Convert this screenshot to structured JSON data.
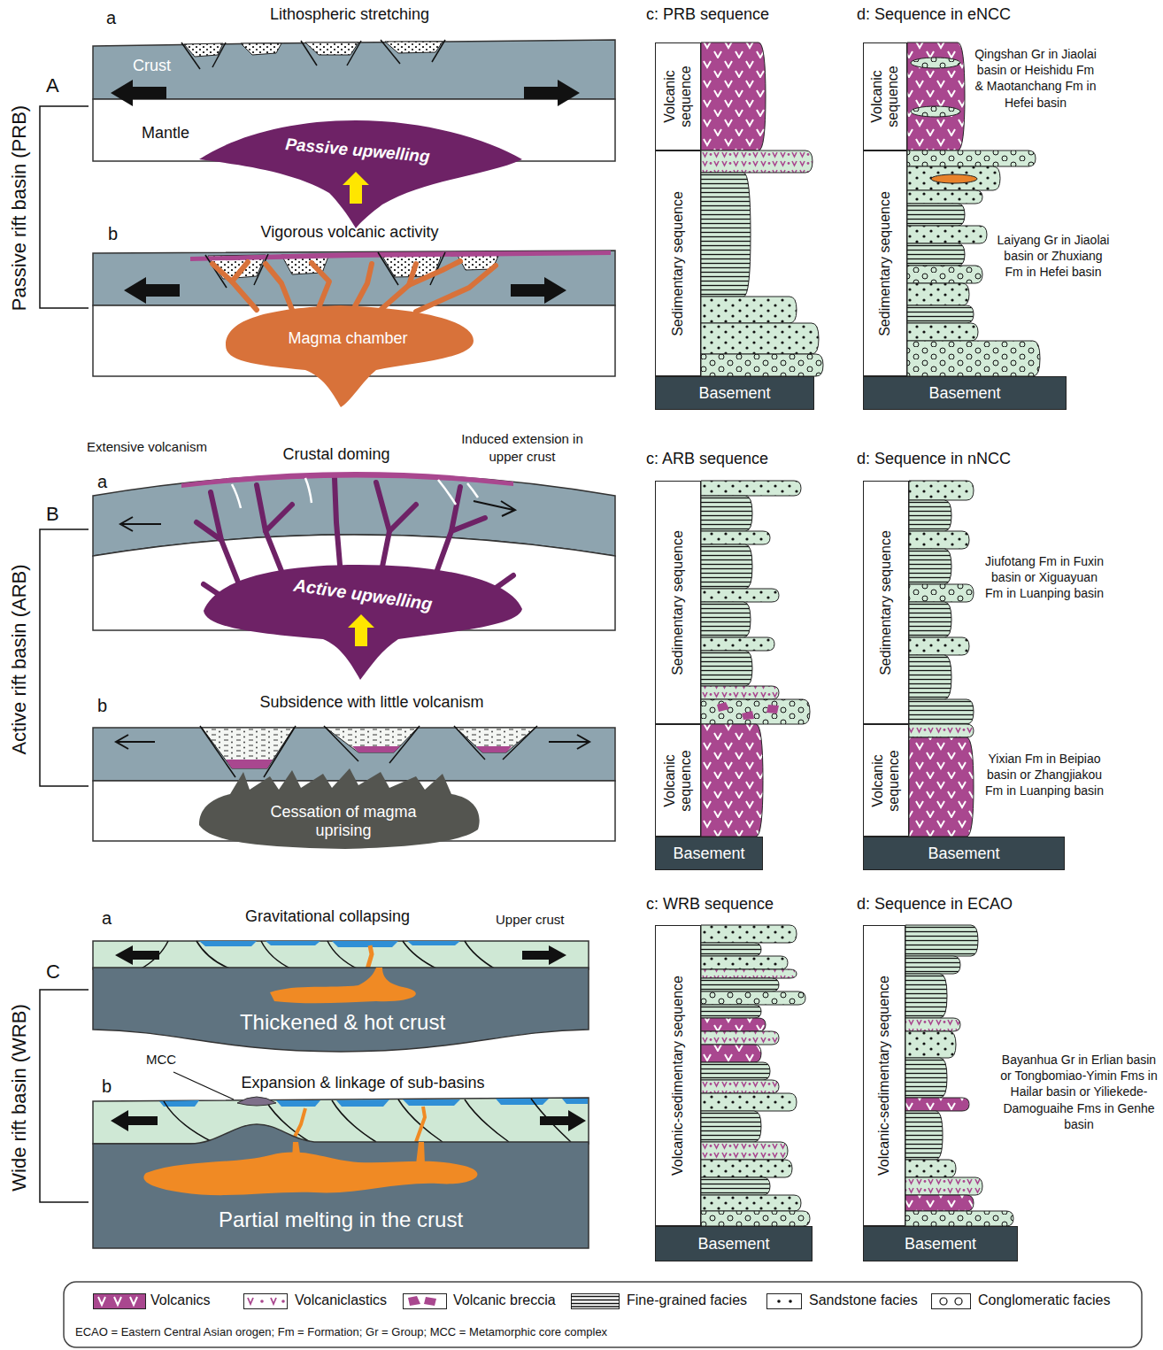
{
  "diagram": {
    "nodes": [
      {
        "text": [
          "Passive upwelling"
        ]
      },
      {
        "text": [
          "Magma chamber"
        ]
      },
      {
        "text": [
          "Volcanic sequence"
        ]
      },
      {
        "text": [
          "Sedimentary sequence"
        ]
      },
      {
        "text": [
          "Basement"
        ]
      },
      {
        "text": [
          "Volcanic sequence"
        ]
      },
      {
        "text": [
          "Sedimentary sequence"
        ]
      },
      {
        "text": [
          "Basement"
        ]
      },
      {
        "text": [
          "Active upwelling"
        ]
      },
      {
        "text": [
          "Cessation of magma uprising"
        ]
      },
      {
        "text": [
          "Sedimentary sequence"
        ]
      },
      {
        "text": [
          "Volcanic sequence"
        ]
      },
      {
        "text": [
          "Basement"
        ]
      },
      {
        "text": [
          "Sedimentary sequence"
        ]
      },
      {
        "text": [
          "Volcanic sequence"
        ]
      },
      {
        "text": [
          "Basement"
        ]
      },
      {
        "text": [
          "Thickened & hot crust"
        ]
      },
      {
        "text": [
          "Partial melting in the crust"
        ]
      },
      {
        "text": [
          "Volcanic-sedimentary sequence"
        ]
      },
      {
        "text": [
          "Basement"
        ]
      },
      {
        "text": [
          "Volcanic-sedimentary sequence"
        ]
      },
      {
        "text": [
          "Basement"
        ]
      }
    ],
    "labels": [
      "a",
      "Lithospheric stretching",
      "Crust",
      "Mantle",
      "A",
      "Passive rift basin (PRB)",
      "b",
      "Vigorous volcanic activity",
      "c: PRB sequence",
      "d: Sequence in eNCC",
      "Qingshan Gr in Jiaolai basin or Heishidu Fm & Maotanchang Fm in Hefei basin",
      "Laiyang Gr in Jiaolai basin or Zhuxiang Fm in Hefei basin",
      "Extensive volcanism",
      "Crustal doming",
      "Induced extension in upper crust",
      "a",
      "B",
      "Active rift basin (ARB)",
      "b",
      "Subsidence with little volcanism",
      "c: ARB sequence",
      "d: Sequence in nNCC",
      "Jiufotang Fm in Fuxin basin or Xiguayuan Fm in Luanping basin",
      "Yixian Fm in Beipiao basin or Zhangjiakou Fm in Luanping basin",
      "a",
      "Gravitational collapsing",
      "Upper crust",
      "C",
      "Wide rift basin (WRB)",
      "MCC",
      "b",
      "Expansion & linkage of sub-basins",
      "c: WRB sequence",
      "d: Sequence in ECAO",
      "Bayanhua Gr in Erlian basin or Tongbomiao-Yimin Fms in Hailar basin or Yiliekede-Damoguaihe Fms in Genhe basin",
      "ECAO = Eastern Central Asian orogen; Fm = Formation; Gr = Group; MCC = Metamorphic core complex"
    ],
    "legend": [
      {
        "text": "Volcanics",
        "color": "#a9478f"
      },
      {
        "text": "Volcaniclastics"
      },
      {
        "text": "Volcanic breccia"
      },
      {
        "text": "Fine-grained facies"
      },
      {
        "text": "Sandstone facies"
      },
      {
        "text": "Conglomeratic facies"
      }
    ]
  }
}
